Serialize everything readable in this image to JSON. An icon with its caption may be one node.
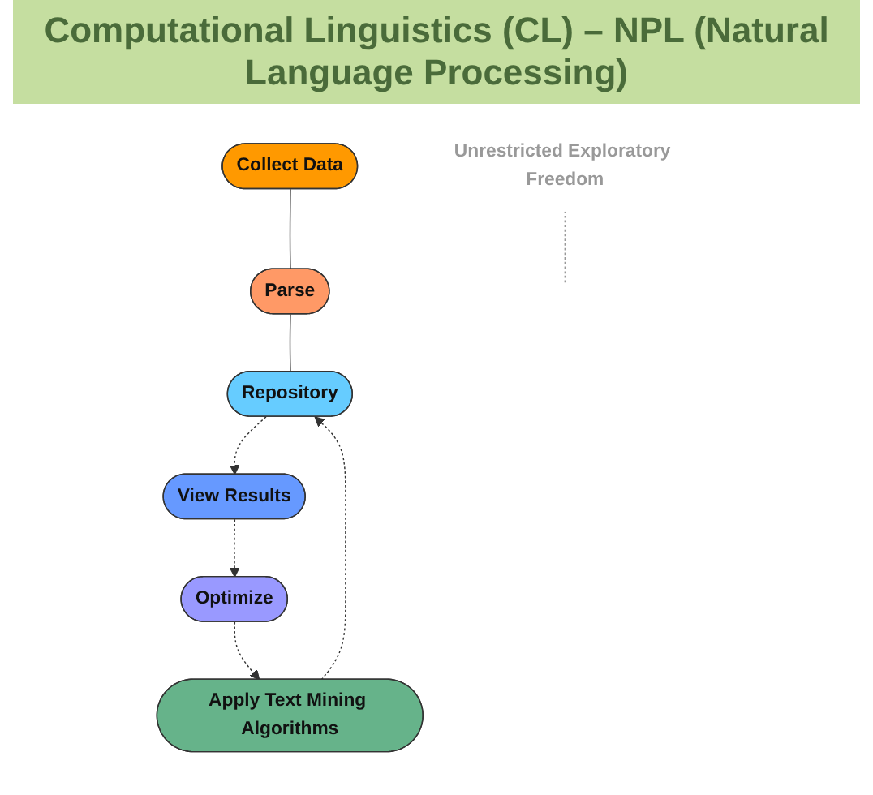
{
  "diagram": {
    "title": "Computational Linguistics (CL) – NPL (Natural Language Processing)",
    "nodes": [
      {
        "text": [
          "Collect Data"
        ]
      },
      {
        "text": [
          "Parse"
        ]
      },
      {
        "text": [
          "Repository"
        ]
      },
      {
        "text": [
          "Apply Text Mining Algorithms"
        ]
      },
      {
        "text": [
          "Optimize"
        ]
      },
      {
        "text": [
          "View Results"
        ]
      },
      {
        "text": [
          "Unrestricted Exploratory Freedom"
        ]
      }
    ],
    "edges": [
      {
        "from": 0,
        "to": 1,
        "arrow": "none"
      },
      {
        "from": 1,
        "to": 2,
        "arrow": "none"
      },
      {
        "from": 3,
        "to": 2,
        "arrow": "to",
        "style": "dashed"
      },
      {
        "from": 2,
        "to": 5,
        "arrow": "to",
        "style": "dashed"
      },
      {
        "from": 5,
        "to": 4,
        "arrow": "to",
        "style": "dashed"
      },
      {
        "from": 4,
        "to": 3,
        "arrow": "to",
        "style": "dashed"
      },
      {
        "from": 6,
        "to": null,
        "arrow": "none",
        "style": "dashed",
        "color": "#999999"
      }
    ]
  }
}
